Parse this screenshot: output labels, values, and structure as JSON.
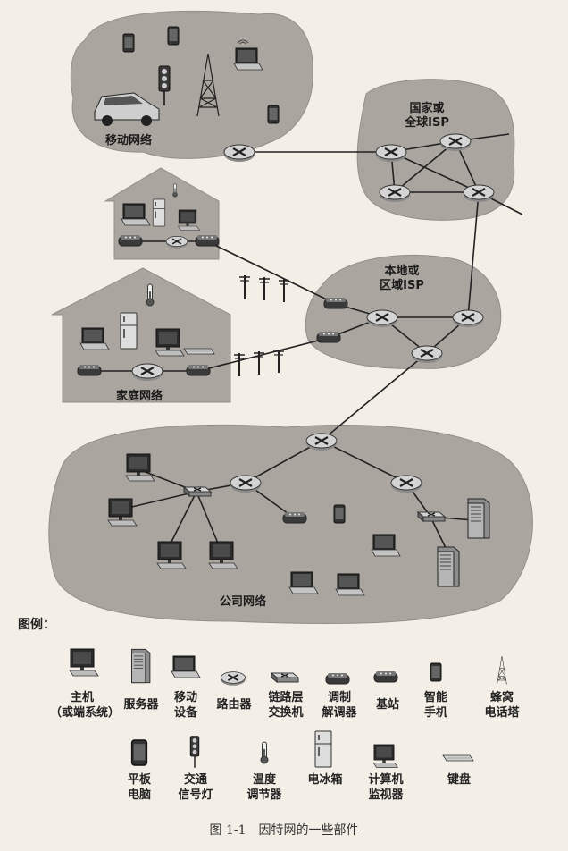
{
  "regions": {
    "mobile": "移动网络",
    "global_isp_line1": "国家或",
    "global_isp_line2": "全球ISP",
    "local_isp_line1": "本地或",
    "local_isp_line2": "区域ISP",
    "home": "家庭网络",
    "enterprise": "公司网络"
  },
  "legend": {
    "title": "图例：",
    "host_line1": "主机",
    "host_line2": "（或端系统）",
    "server": "服务器",
    "mobile_line1": "移动",
    "mobile_line2": "设备",
    "router": "路由器",
    "switch_line1": "链路层",
    "switch_line2": "交换机",
    "modem_line1": "调制",
    "modem_line2": "解调器",
    "base_station": "基站",
    "smartphone_line1": "智能",
    "smartphone_line2": "手机",
    "tower_line1": "蜂窝",
    "tower_line2": "电话塔",
    "tablet_line1": "平板",
    "tablet_line2": "电脑",
    "traffic_line1": "交通",
    "traffic_line2": "信号灯",
    "thermo_line1": "温度",
    "thermo_line2": "调节器",
    "fridge": "电冰箱",
    "monitor_line1": "计算机",
    "monitor_line2": "监视器",
    "keyboard": "键盘"
  },
  "caption": "图 1-1　因特网的一些部件",
  "colors": {
    "cloud": "#a9a49d",
    "cloud_edge": "#8f8a83",
    "router": "#cfcfcf",
    "device": "#2a2a2a"
  }
}
